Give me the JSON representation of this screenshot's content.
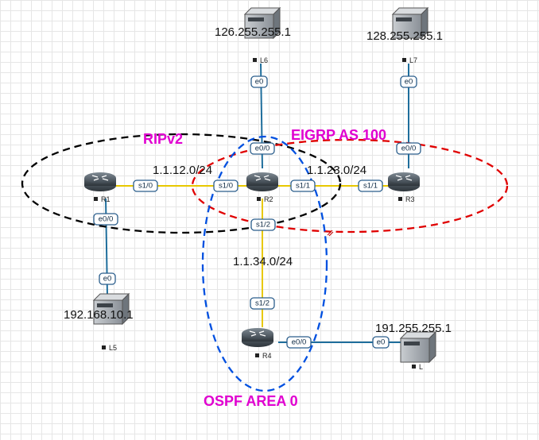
{
  "areas": {
    "rip": "RIPv2",
    "eigrp": "EIGRP AS 100",
    "ospf": "OSPF AREA 0"
  },
  "subnets": {
    "r1_r2": "1.1.12.0/24",
    "r2_r3": "1.1.23.0/24",
    "r2_r4": "1.1.34.0/24"
  },
  "hosts": {
    "l6_ip": "126.255.255.1",
    "l7_ip": "128.255.255.1",
    "l5_ip": "192.168.10.1",
    "l_ip": "191.255.255.1"
  },
  "devices": {
    "r1": "R1",
    "r2": "R2",
    "r3": "R3",
    "r4": "R4",
    "l5": "L5",
    "l6": "L6",
    "l7": "L7",
    "l": "L"
  },
  "ports": {
    "r1_s10": "s1/0",
    "r1_e00": "e0/0",
    "r2_s10": "s1/0",
    "r2_e00": "e0/0",
    "r2_s11": "s1/1",
    "r2_s12": "s1/2",
    "r3_s11": "s1/1",
    "r3_e00": "e0/0",
    "r4_s12": "s1/2",
    "r4_e00": "e0/0",
    "l6_e0": "e0",
    "l7_e0": "e0",
    "l5_e0": "e0",
    "l_e0": "e0"
  },
  "colors": {
    "serial_link": "#e8c800",
    "ethernet_link": "#1f6e9c",
    "rip_ring": "#000000",
    "eigrp_ring": "#e00000",
    "ospf_ring": "#0050e0",
    "area_label": "#e000d0"
  }
}
